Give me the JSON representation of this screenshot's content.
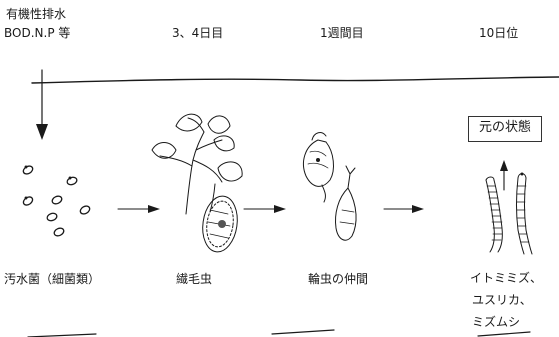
{
  "header": {
    "source_line1": "有機性排水",
    "source_line2": "BOD.N.P 等",
    "stage_day3_4": "3、4日目",
    "stage_week1": "1週間目",
    "stage_day10": "10日位"
  },
  "organisms": {
    "bacteria": "汚水菌（細菌類）",
    "ciliates": "繊毛虫",
    "rotifers": "輪虫の仲間",
    "worms_line1": "イトミミズ、",
    "worms_line2": "ユスリカ、",
    "worms_line3": "ミズムシ"
  },
  "recovery_box": "元の状態",
  "colors": {
    "ink": "#1a1a1a",
    "background": "#ffffff"
  },
  "icons": [
    "bacteria-cluster",
    "vorticella-ciliate",
    "paramecium-ciliate",
    "rotifer",
    "rotifer-elongated",
    "tubifex-worm",
    "chironomid-larva"
  ]
}
